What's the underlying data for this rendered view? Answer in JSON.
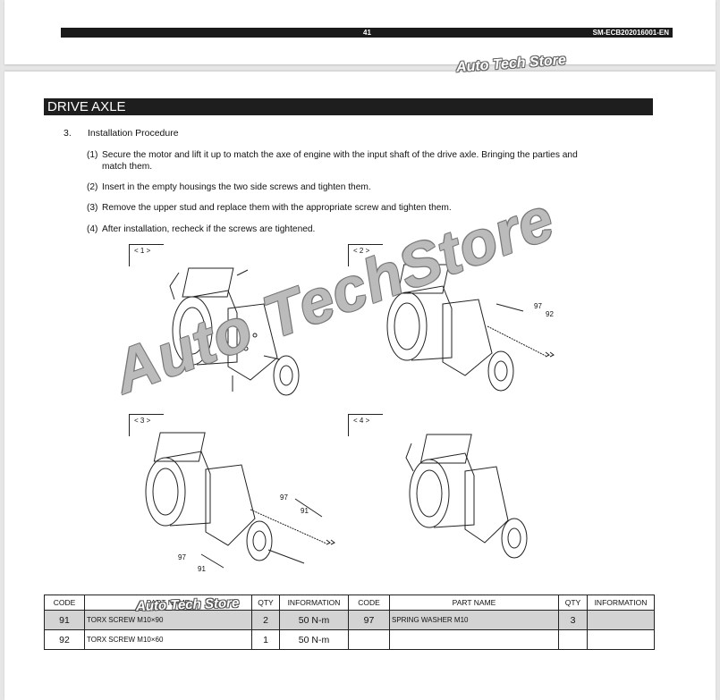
{
  "header": {
    "page_number": "41",
    "doc_code": "SM-ECB202016001-EN"
  },
  "watermark": {
    "text": "Auto Tech Store",
    "text_large": "Auto TechStore"
  },
  "section": {
    "title": "DRIVE AXLE"
  },
  "procedure": {
    "number": "3.",
    "title": "Installation Procedure",
    "steps": [
      {
        "num": "(1)",
        "text": "Secure the motor and lift it up to match the axe of engine with the input shaft of the drive axle. Bringing the parties and",
        "cont": "match them."
      },
      {
        "num": "(2)",
        "text": "Insert in the empty housings the two side screws and tighten them."
      },
      {
        "num": "(3)",
        "text": "Remove the upper stud and replace them with the appropriate screw and tighten them."
      },
      {
        "num": "(4)",
        "text": "After installation, recheck if the screws are tightened."
      }
    ]
  },
  "figures": [
    {
      "label": "< 1 >"
    },
    {
      "label": "< 2 >",
      "callouts": [
        "97",
        "92"
      ]
    },
    {
      "label": "< 3 >",
      "callouts": [
        "97",
        "91",
        "97",
        "91"
      ]
    },
    {
      "label": "< 4 >"
    }
  ],
  "parts_table": {
    "headers": [
      "CODE",
      "PART NAME",
      "QTY",
      "INFORMATION",
      "CODE",
      "PART NAME",
      "QTY",
      "INFORMATION"
    ],
    "rows": [
      [
        "91",
        "TORX SCREW M10×90",
        "2",
        "50 N-m",
        "97",
        "SPRING WASHER M10",
        "3",
        ""
      ],
      [
        "92",
        "TORX SCREW M10×60",
        "1",
        "50 N-m",
        "",
        "",
        "",
        ""
      ]
    ]
  }
}
